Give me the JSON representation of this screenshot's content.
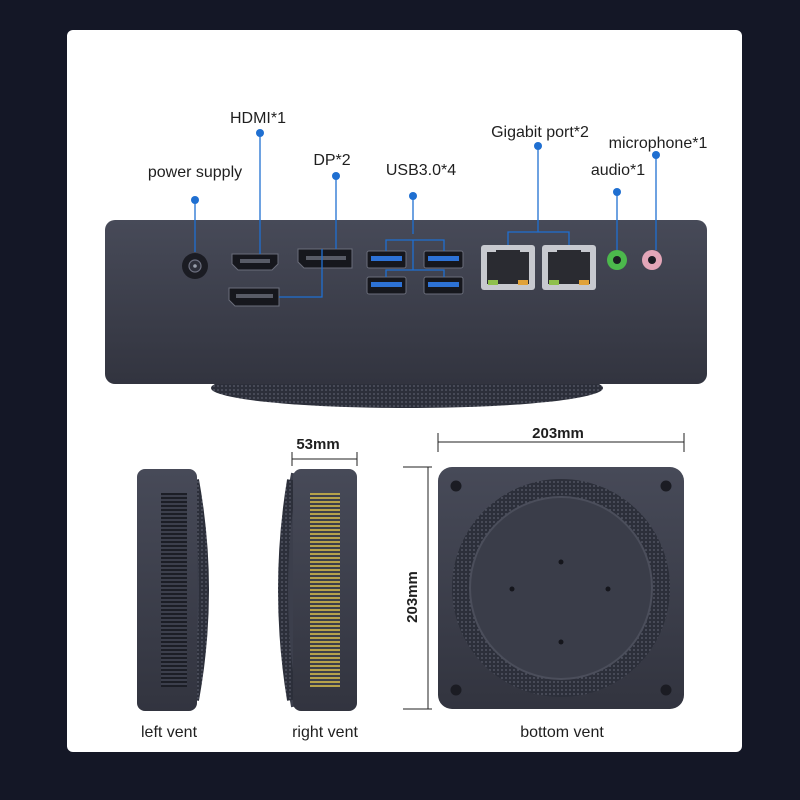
{
  "labels": {
    "power": "power supply",
    "hdmi": "HDMI*1",
    "dp": "DP*2",
    "usb": "USB3.0*4",
    "gigabit": "Gigabit port*2",
    "audio": "audio*1",
    "microphone": "microphone*1"
  },
  "dimensions": {
    "depth": "53mm",
    "width": "203mm",
    "height": "203mm"
  },
  "views": {
    "left": "left vent",
    "right": "right vent",
    "bottom": "bottom vent"
  },
  "colors": {
    "background": "#141726",
    "device": "#3c3f4c",
    "callout": "#1f6fd1",
    "audio_port": "#4cb84c",
    "mic_port": "#e3a6b8"
  }
}
